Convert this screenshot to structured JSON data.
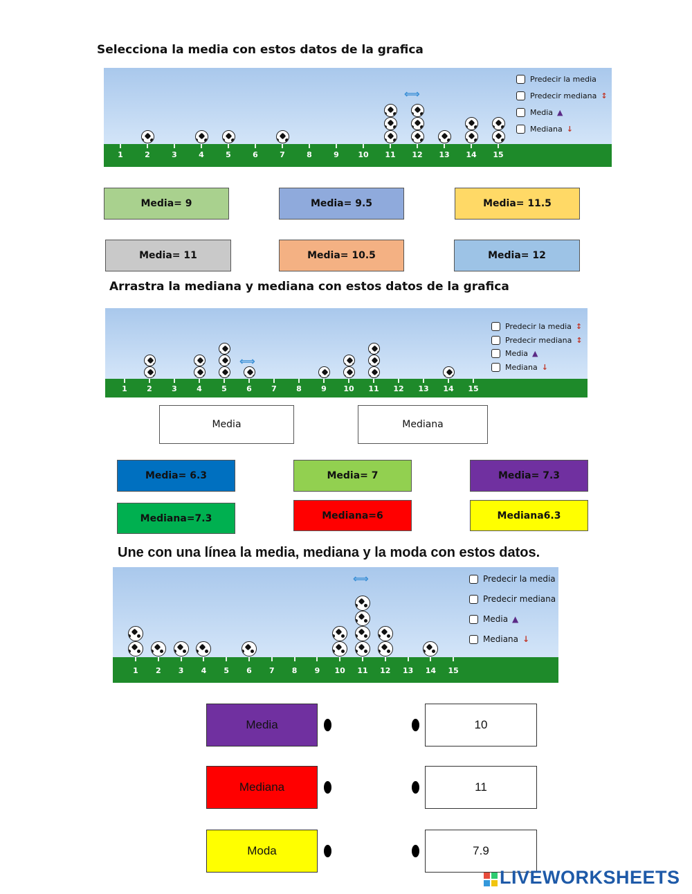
{
  "section1": {
    "title": "Selecciona la media con estos datos de la grafica",
    "ticks": [
      "1",
      "2",
      "3",
      "4",
      "5",
      "6",
      "7",
      "8",
      "9",
      "10",
      "11",
      "12",
      "13",
      "14",
      "15"
    ],
    "counts": [
      0,
      1,
      0,
      1,
      1,
      0,
      1,
      0,
      0,
      0,
      3,
      3,
      1,
      2,
      2
    ],
    "legend": [
      {
        "label": "Predecir la media",
        "icon": ""
      },
      {
        "label": "Predecir mediana",
        "icon": "↕"
      },
      {
        "label": "Media",
        "icon": "▲"
      },
      {
        "label": "Mediana",
        "icon": "↓"
      }
    ],
    "options": [
      {
        "label": "Media= 9",
        "color": "#a9d18e"
      },
      {
        "label": "Media= 9.5",
        "color": "#8faadc"
      },
      {
        "label": "Media= 11.5",
        "color": "#ffd966"
      },
      {
        "label": "Media= 11",
        "color": "#c9c9c9"
      },
      {
        "label": "Media= 10.5",
        "color": "#f4b183"
      },
      {
        "label": "Media= 12",
        "color": "#9dc3e6"
      }
    ]
  },
  "section2": {
    "title": "Arrastra la  mediana y mediana con estos datos de la grafica",
    "ticks": [
      "1",
      "2",
      "3",
      "4",
      "5",
      "6",
      "7",
      "8",
      "9",
      "10",
      "11",
      "12",
      "13",
      "14",
      "15"
    ],
    "counts": [
      0,
      2,
      0,
      2,
      3,
      1,
      0,
      0,
      1,
      2,
      3,
      0,
      0,
      1,
      0
    ],
    "legend": [
      {
        "label": "Predecir la media",
        "icon": "↕"
      },
      {
        "label": "Predecir mediana",
        "icon": "↕"
      },
      {
        "label": "Media",
        "icon": "▲"
      },
      {
        "label": "Mediana",
        "icon": "↓"
      }
    ],
    "drop_boxes": [
      "Media",
      "Mediana"
    ],
    "options": [
      {
        "label": "Media= 6.3",
        "color": "#0070c0"
      },
      {
        "label": "Media= 7",
        "color": "#92d050"
      },
      {
        "label": "Media= 7.3",
        "color": "#7030a0"
      },
      {
        "label": "Mediana=7.3",
        "color": "#00b050"
      },
      {
        "label": "Mediana=6",
        "color": "#ff0000"
      },
      {
        "label": "Mediana6.3",
        "color": "#ffff00"
      }
    ]
  },
  "section3": {
    "title": "Une con una línea la media, mediana  y la moda con estos datos.",
    "ticks": [
      "1",
      "2",
      "3",
      "4",
      "5",
      "6",
      "7",
      "8",
      "9",
      "10",
      "11",
      "12",
      "13",
      "14",
      "15"
    ],
    "counts": [
      2,
      1,
      1,
      1,
      0,
      1,
      0,
      0,
      0,
      2,
      4,
      2,
      0,
      1,
      0
    ],
    "legend": [
      {
        "label": "Predecir la media",
        "icon": "↕"
      },
      {
        "label": "Predecir mediana",
        "icon": "↕"
      },
      {
        "label": "Media",
        "icon": "▲"
      },
      {
        "label": "Mediana",
        "icon": "↓"
      }
    ],
    "left_items": [
      {
        "label": "Media",
        "color": "#7030a0"
      },
      {
        "label": "Mediana",
        "color": "#ff0000"
      },
      {
        "label": "Moda",
        "color": "#ffff00"
      }
    ],
    "right_items": [
      "10",
      "11",
      "7.9"
    ]
  },
  "brand": "LIVEWORKSHEETS"
}
